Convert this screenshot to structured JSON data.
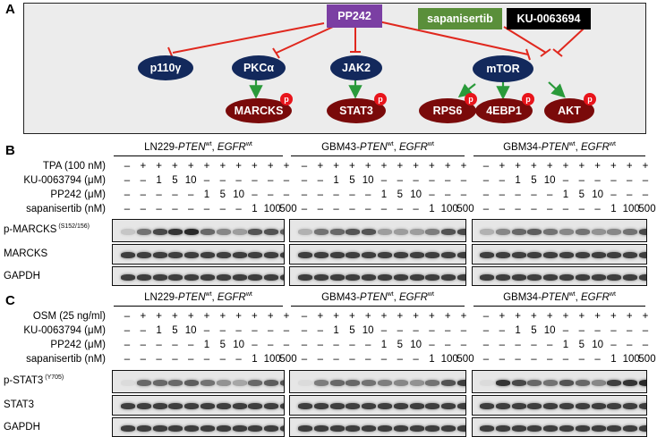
{
  "panels": {
    "a": "A",
    "b": "B",
    "c": "C"
  },
  "diagram": {
    "drugs": {
      "pp242": "PP242",
      "sapanisertib": "sapanisertib",
      "ku": "KU-0063694"
    },
    "targets": {
      "p110": "p110γ",
      "pkc": "PKCα",
      "jak2": "JAK2",
      "mtor": "mTOR"
    },
    "substrates": {
      "marcks": "MARCKS",
      "stat3": "STAT3",
      "rps6": "RPS6",
      "eb1": "4EBP1",
      "akt": "AKT"
    },
    "phospho_badge": "p",
    "colors": {
      "pp242": "#7b3fa3",
      "sapanisertib": "#5a8f3a",
      "ku": "#000000",
      "target": "#13295c",
      "substrate": "#7a0a0a",
      "inhibit": "#e0281e",
      "activate": "#2a9a3a",
      "badge": "#e8141b"
    }
  },
  "cell_lines": [
    {
      "name": "LN229-",
      "gene1": "PTEN",
      "sup1": "wt",
      "sep": ", ",
      "gene2": "EGFR",
      "sup2": "wt"
    },
    {
      "name": "GBM43-",
      "gene1": "PTEN",
      "sup1": "wt",
      "sep": ", ",
      "gene2": "EGFR",
      "sup2": "wt"
    },
    {
      "name": "GBM34-",
      "gene1": "PTEN",
      "sup1": "wt",
      "sep": ", ",
      "gene2": "EGFR",
      "sup2": "wt"
    }
  ],
  "panel_b": {
    "conditions": [
      "TPA (100 nM)",
      "KU-0063794 (μM)",
      "PP242 (μM)",
      "sapanisertib (nM)"
    ],
    "rows": [
      [
        "–",
        "+",
        "+",
        "+",
        "+",
        "+",
        "+",
        "+",
        "+",
        "+",
        "+"
      ],
      [
        "–",
        "–",
        "1",
        "5",
        "10",
        "–",
        "–",
        "–",
        "–",
        "–",
        "–"
      ],
      [
        "–",
        "–",
        "–",
        "–",
        "–",
        "1",
        "5",
        "10",
        "–",
        "–",
        "–"
      ],
      [
        "–",
        "–",
        "–",
        "–",
        "–",
        "–",
        "–",
        "–",
        "1",
        "100",
        "500"
      ]
    ],
    "blots": [
      {
        "label": "p-MARCKS",
        "sup": "(S152/156)"
      },
      {
        "label": "MARCKS",
        "sup": ""
      },
      {
        "label": "GAPDH",
        "sup": ""
      }
    ]
  },
  "panel_c": {
    "conditions": [
      "OSM (25 ng/ml)",
      "KU-0063794 (μM)",
      "PP242 (μM)",
      "sapanisertib (nM)"
    ],
    "rows": [
      [
        "–",
        "+",
        "+",
        "+",
        "+",
        "+",
        "+",
        "+",
        "+",
        "+",
        "+"
      ],
      [
        "–",
        "–",
        "1",
        "5",
        "10",
        "–",
        "–",
        "–",
        "–",
        "–",
        "–"
      ],
      [
        "–",
        "–",
        "–",
        "–",
        "–",
        "1",
        "5",
        "10",
        "–",
        "–",
        "–"
      ],
      [
        "–",
        "–",
        "–",
        "–",
        "–",
        "–",
        "–",
        "–",
        "1",
        "100",
        "500"
      ]
    ],
    "blots": [
      {
        "label": "p-STAT3",
        "sup": "(Y705)"
      },
      {
        "label": "STAT3",
        "sup": ""
      },
      {
        "label": "GAPDH",
        "sup": ""
      }
    ]
  },
  "band_intensity": {
    "p_marcks": [
      [
        0.15,
        0.55,
        0.75,
        0.85,
        0.9,
        0.6,
        0.45,
        0.35,
        0.7,
        0.7,
        0.65
      ],
      [
        0.25,
        0.55,
        0.6,
        0.7,
        0.7,
        0.35,
        0.35,
        0.35,
        0.5,
        0.7,
        0.75
      ],
      [
        0.25,
        0.45,
        0.6,
        0.65,
        0.55,
        0.45,
        0.55,
        0.4,
        0.45,
        0.55,
        0.75
      ]
    ],
    "p_stat3": [
      [
        0.05,
        0.6,
        0.6,
        0.6,
        0.65,
        0.55,
        0.4,
        0.3,
        0.6,
        0.65,
        0.7
      ],
      [
        0.05,
        0.5,
        0.6,
        0.6,
        0.55,
        0.5,
        0.45,
        0.4,
        0.55,
        0.7,
        0.8
      ],
      [
        0.05,
        0.85,
        0.75,
        0.6,
        0.55,
        0.7,
        0.6,
        0.45,
        0.8,
        0.85,
        0.9
      ]
    ]
  }
}
